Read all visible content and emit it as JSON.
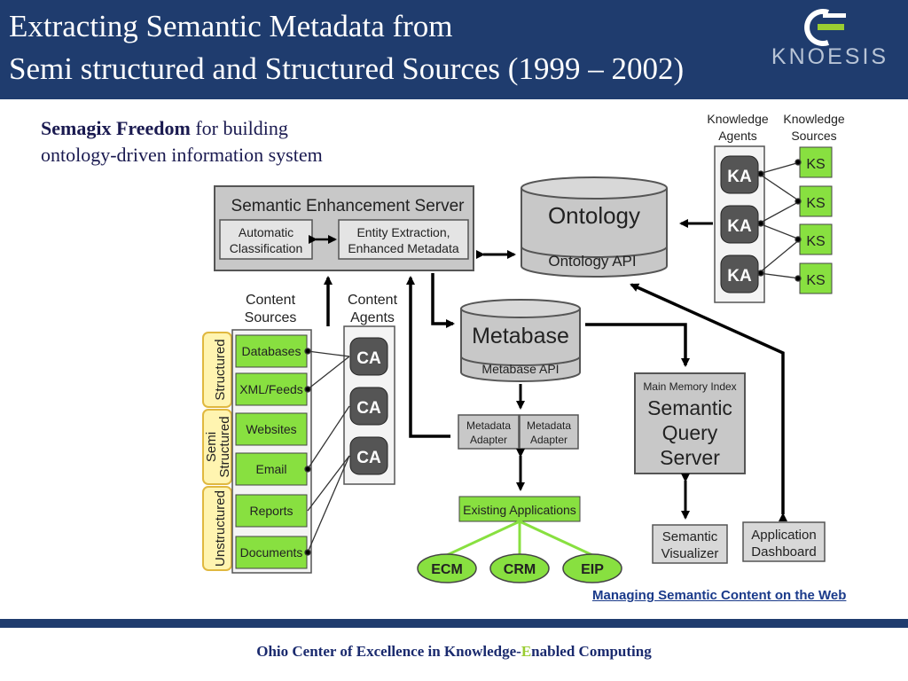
{
  "header": {
    "title_line1": "Extracting Semantic Metadata from",
    "title_line2": "Semi structured and Structured Sources (1999 – 2002)",
    "logo_text": "KNOESIS"
  },
  "subtitle": {
    "bold": "Semagix Freedom",
    "rest1": " for building",
    "rest2": "ontology-driven information system"
  },
  "diagram": {
    "ses_title": "Semantic Enhancement Server",
    "ses_box1_line1": "Automatic",
    "ses_box1_line2": "Classification",
    "ses_box2_line1": "Entity Extraction,",
    "ses_box2_line2": "Enhanced Metadata",
    "ontology": "Ontology",
    "ontology_api": "Ontology API",
    "knowledge_agents_line1": "Knowledge",
    "knowledge_agents_line2": "Agents",
    "knowledge_sources_line1": "Knowledge",
    "knowledge_sources_line2": "Sources",
    "ka": "KA",
    "ks": "KS",
    "content_sources_line1": "Content",
    "content_sources_line2": "Sources",
    "content_agents_line1": "Content",
    "content_agents_line2": "Agents",
    "ca": "CA",
    "sources": [
      "Databases",
      "XML/Feeds",
      "Websites",
      "Email",
      "Reports",
      "Documents"
    ],
    "categories": [
      "Structured",
      "Semi Structured",
      "Unstructured"
    ],
    "category_semi_line1": "Semi",
    "category_semi_line2": "Structured",
    "metabase": "Metabase",
    "metabase_api": "Metabase API",
    "adapter_line1": "Metadata",
    "adapter_line2": "Adapter",
    "existing_apps": "Existing Applications",
    "apps": [
      "ECM",
      "CRM",
      "EIP"
    ],
    "mmi": "Main Memory Index",
    "sqs_line1": "Semantic",
    "sqs_line2": "Query",
    "sqs_line3": "Server",
    "visualizer_line1": "Semantic",
    "visualizer_line2": "Visualizer",
    "dashboard_line1": "Application",
    "dashboard_line2": "Dashboard"
  },
  "caption_link": "Managing Semantic Content on the Web",
  "footer": {
    "text_before": "Ohio Center of Excellence in Knowledge-",
    "text_e": "E",
    "text_after": "nabled Computing"
  },
  "colors": {
    "header_bg": "#1f3c6e",
    "green": "#88e040",
    "gray_box": "#c8c8c8",
    "agent_dark": "#555555",
    "category_yellow": "#fff4b0"
  }
}
